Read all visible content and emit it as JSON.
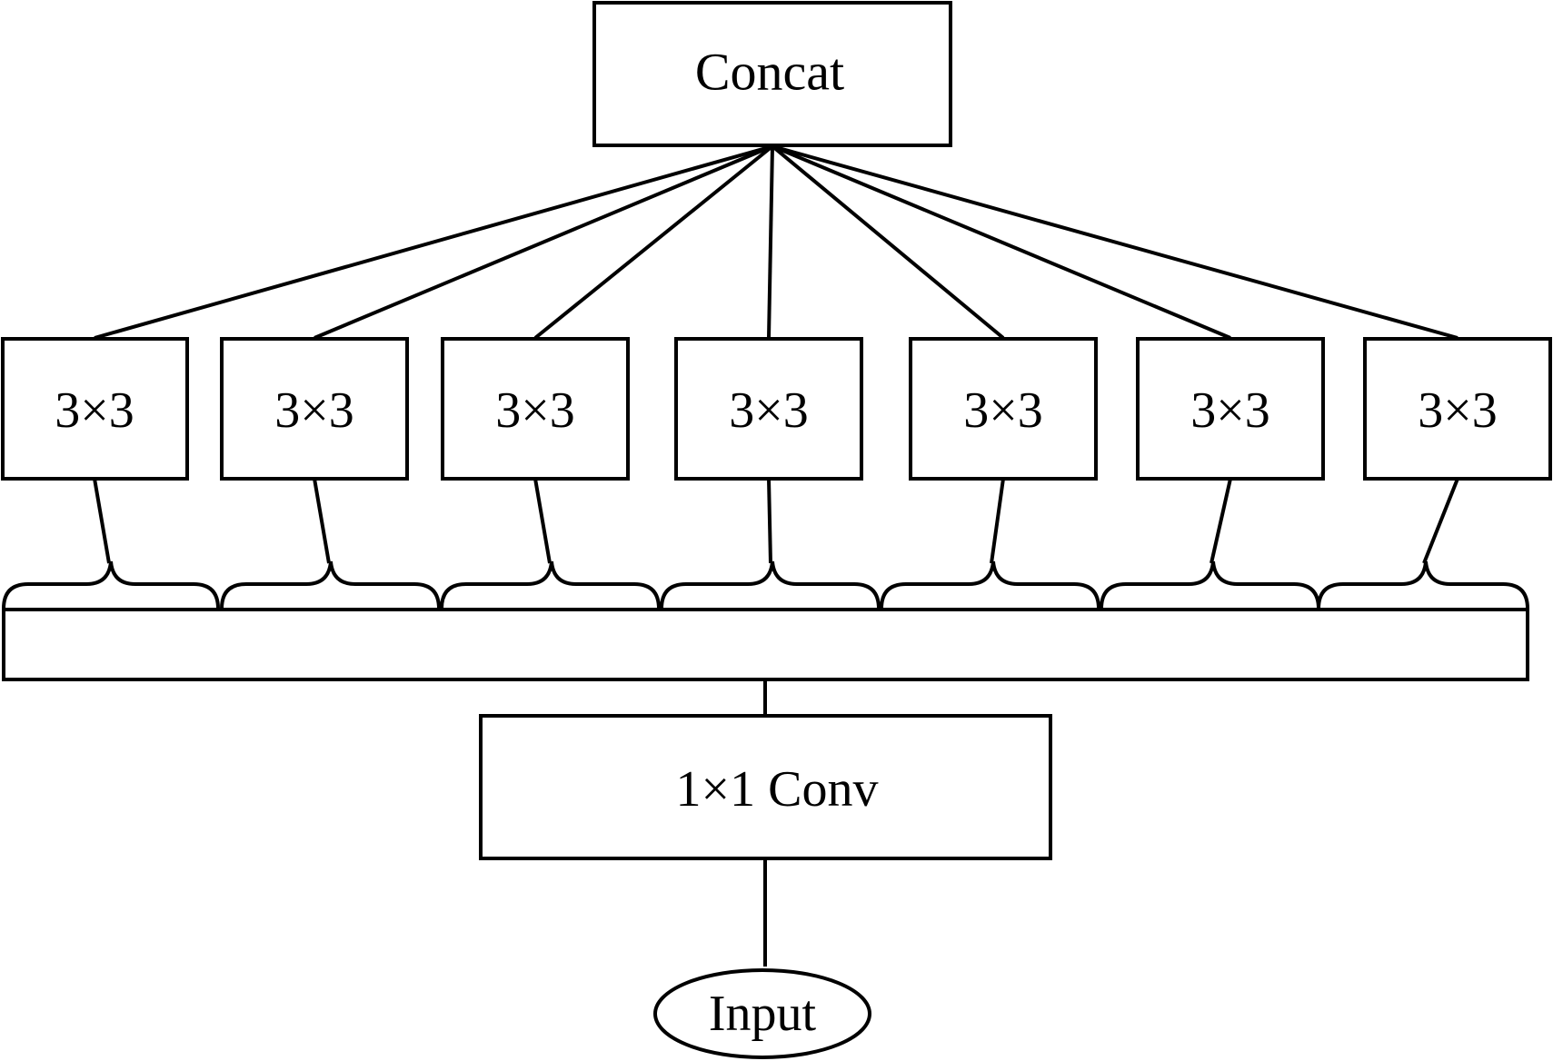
{
  "nodes": {
    "concat": {
      "label": "Concat"
    },
    "branches": [
      {
        "label": "3×3"
      },
      {
        "label": "3×3"
      },
      {
        "label": "3×3"
      },
      {
        "label": "3×3"
      },
      {
        "label": "3×3"
      },
      {
        "label": "3×3"
      },
      {
        "label": "3×3"
      }
    ],
    "feature_split": {
      "label": ""
    },
    "conv1x1": {
      "label": "1×1 Conv"
    },
    "input": {
      "label": "Input"
    }
  },
  "colors": {
    "stroke": "#000000",
    "background": "#ffffff"
  }
}
